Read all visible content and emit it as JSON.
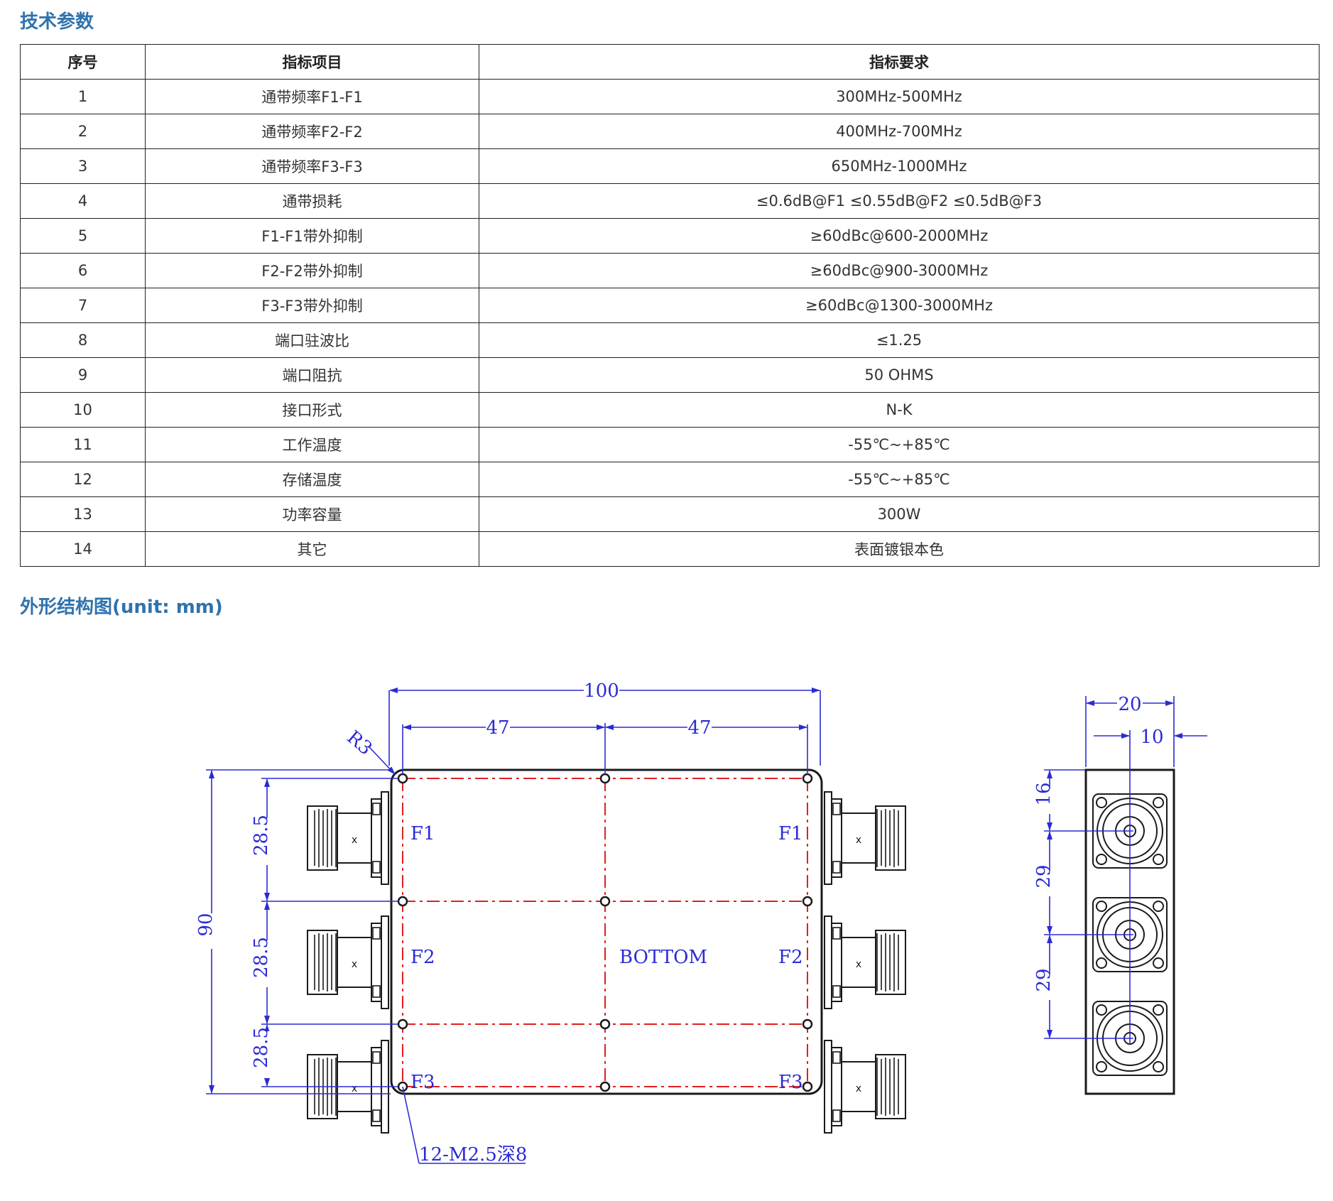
{
  "headings": {
    "tech_params": "技术参数",
    "outline": "外形结构图(unit: mm)"
  },
  "table": {
    "headers": [
      "序号",
      "指标项目",
      "指标要求"
    ],
    "rows": [
      [
        "1",
        "通带频率F1-F1",
        "300MHz-500MHz"
      ],
      [
        "2",
        "通带频率F2-F2",
        "400MHz-700MHz"
      ],
      [
        "3",
        "通带频率F3-F3",
        "650MHz-1000MHz"
      ],
      [
        "4",
        "通带损耗",
        "≤0.6dB@F1  ≤0.55dB@F2   ≤0.5dB@F3"
      ],
      [
        "5",
        "F1-F1带外抑制",
        "≥60dBc@600-2000MHz"
      ],
      [
        "6",
        "F2-F2带外抑制",
        "≥60dBc@900-3000MHz"
      ],
      [
        "7",
        "F3-F3带外抑制",
        "≥60dBc@1300-3000MHz"
      ],
      [
        "8",
        "端口驻波比",
        "≤1.25"
      ],
      [
        "9",
        "端口阻抗",
        "50 OHMS"
      ],
      [
        "10",
        "接口形式",
        "N-K"
      ],
      [
        "11",
        "工作温度",
        "-55℃~+85℃"
      ],
      [
        "12",
        "存储温度",
        "-55℃~+85℃"
      ],
      [
        "13",
        "功率容量",
        "300W"
      ],
      [
        "14",
        "其它",
        "表面镀银本色"
      ]
    ]
  },
  "drawing": {
    "dims": {
      "width": "100",
      "half_left": "47",
      "half_right": "47",
      "radius": "R3",
      "height": "90",
      "pitch": "28.5",
      "side_width": "20",
      "side_center": "10",
      "side_top": "16",
      "side_pitch": "29",
      "holes": "12-M2.5深8"
    },
    "labels": {
      "f1": "F1",
      "f2": "F2",
      "f3": "F3",
      "bottom": "BOTTOM"
    },
    "colors": {
      "outline": "#1a1a1a",
      "dimension": "#2b2bd4",
      "centerline": "#e02020",
      "heading": "#2f73ad"
    }
  }
}
